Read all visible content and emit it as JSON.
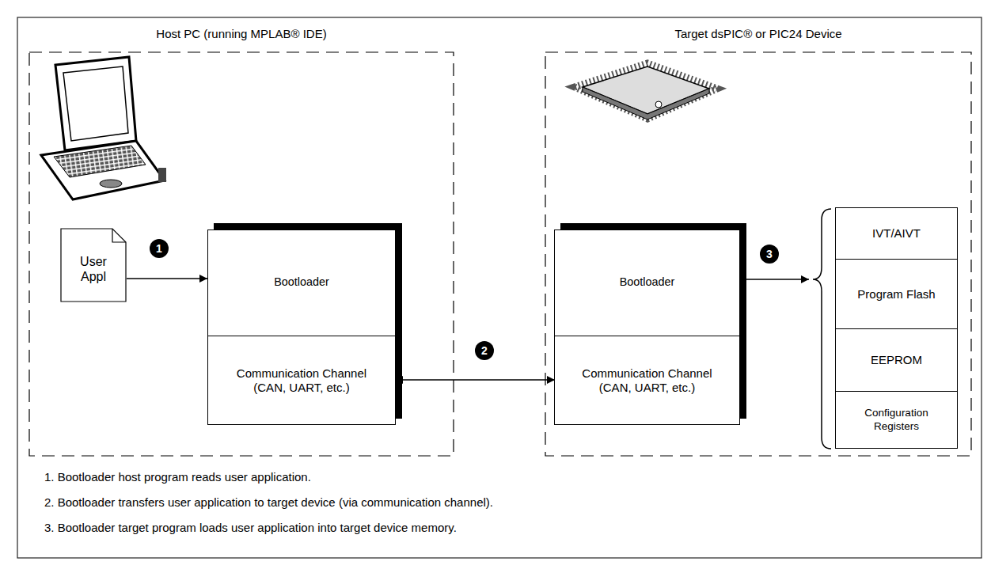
{
  "diagram": {
    "nodes": [
      {
        "text": [
          "Host PC (running MPLAB® IDE)"
        ]
      },
      {
        "text": [
          "User Appl"
        ],
        "in": 0
      },
      {
        "text": [
          "Bootloader"
        ],
        "in": 0
      },
      {
        "text": [
          "Communication Channel (CAN, UART, etc.)"
        ],
        "in": 2
      },
      {
        "text": [
          "Target dsPIC® or PIC24 Device"
        ]
      },
      {
        "text": [
          "Bootloader"
        ],
        "in": 4
      },
      {
        "text": [
          "Communication Channel (CAN, UART, etc.)"
        ],
        "in": 5
      },
      {
        "text": [
          "IVT/AIVT"
        ],
        "in": 4
      },
      {
        "text": [
          "Program Flash"
        ],
        "in": 4
      },
      {
        "text": [
          "EEPROM"
        ],
        "in": 4
      },
      {
        "text": [
          "Configuration Registers"
        ],
        "in": 4
      }
    ],
    "edges": [
      {
        "from": 1,
        "to": 2,
        "arrow": "to"
      },
      {
        "from": 3,
        "to": 6,
        "arrow": "both"
      }
    ],
    "labels": [
      "1",
      "2",
      "3",
      "1. Bootloader host program reads user application.",
      "2. Bootloader transfers user application to target device (via communication channel).",
      "3. Bootloader target program loads user application into target device memory."
    ]
  }
}
